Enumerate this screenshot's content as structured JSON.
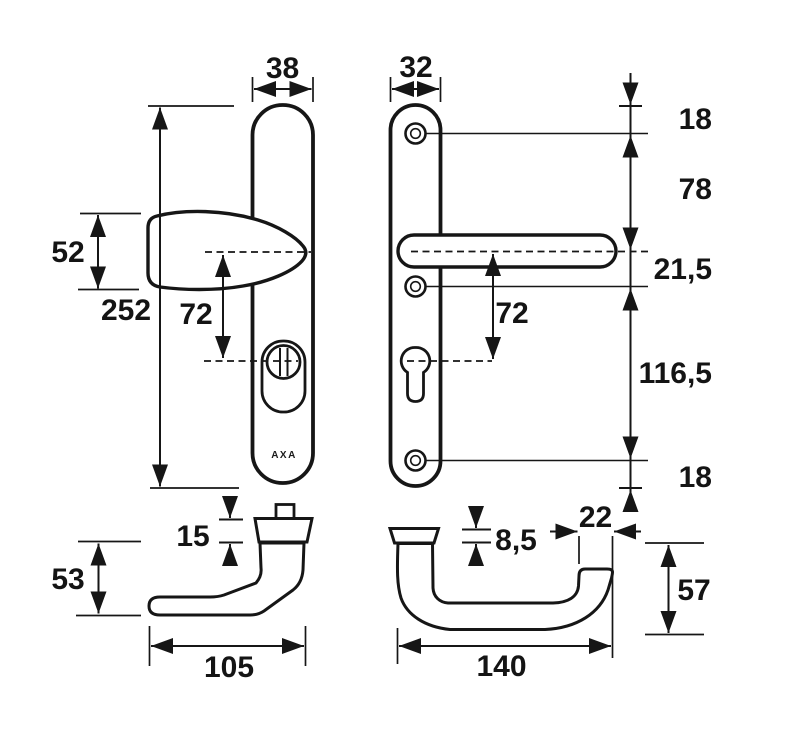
{
  "background": "#ffffff",
  "line_color": "#161616",
  "brand": "AXA",
  "views": {
    "front_left": {
      "plate_width": "38",
      "grip_height": "52",
      "plate_height": "252",
      "handle_to_cylinder": "72"
    },
    "front_right": {
      "plate_width": "32",
      "top_edge_to_screw": "18",
      "screw_to_handle_center": "78",
      "handle_center_to_screw": "21,5",
      "handle_to_keyhole": "72",
      "screw_spacing": "116,5",
      "screw_to_bottom_edge": "18"
    },
    "side_left": {
      "collar_height": "15",
      "grip_depth": "53",
      "handle_length": "105"
    },
    "side_right": {
      "cap_thickness": "8,5",
      "arm_width": "22",
      "handle_depth": "57",
      "handle_length": "140"
    }
  }
}
